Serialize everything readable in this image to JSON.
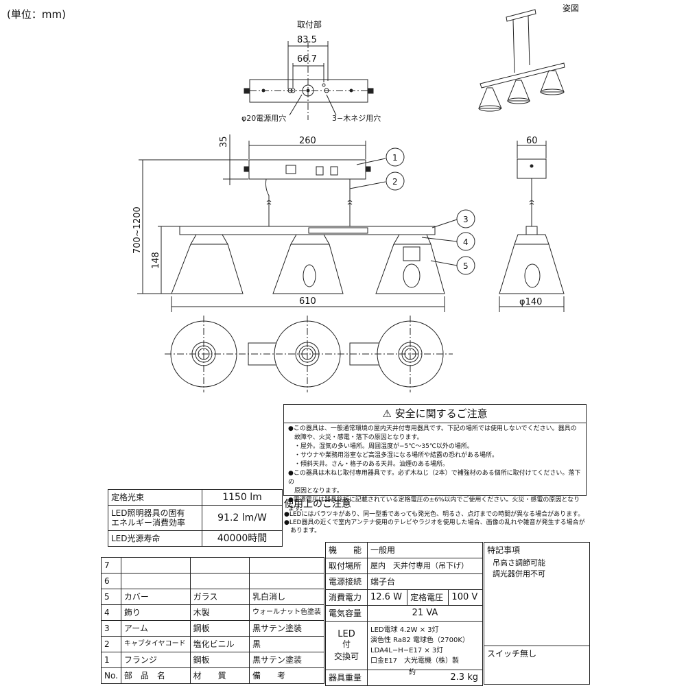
{
  "unit_note": "(単位：mm)",
  "view_label": "姿図",
  "top_view": {
    "title": "取付部",
    "dim_outer": "83.5",
    "dim_inner": "66.7",
    "hole_label": "φ20電源用穴",
    "screw_label": "3−木ネジ用穴"
  },
  "front_view": {
    "dim_width_canopy": "260",
    "dim_canopy_h": "35",
    "dim_total_h": "700~1200",
    "dim_shade_h": "148",
    "dim_total_w": "610"
  },
  "side_view": {
    "dim_canopy_w": "60",
    "dim_shade_d": "φ140"
  },
  "callouts": [
    "1",
    "2",
    "3",
    "4",
    "5"
  ],
  "safety": {
    "title": "安全に関するご注意",
    "lines": [
      "●この器具は、一般通常環境の屋内天井付専用器具です。下記の場所では使用しないでください。器具の",
      "　故障や、火災・感電・落下の原因となります。",
      "　・屋外。湿気の多い場所。周囲温度が−5℃〜35℃以外の場所。",
      "　・サウナや業務用浴室など高温多湿になる場所や結露の恐れがある場所。",
      "　・傾斜天井。さん・格子のある天井。油煙のある場所。",
      "●この器具は木ねじ取付専用器具です。必ず木ねじ（2本）で補強材のある個所に取付けてください。落下の",
      "　原因となります。",
      "●電源電圧は器具銘板に記載されている定格電圧の±6%以内でご使用ください。火災・感電の原因となります。"
    ]
  },
  "usage": {
    "title": "使用上のご注意",
    "lines": [
      "●LEDにはバラツキがあり、同一型番であっても発光色、明るさ、点灯までの時間が異なる場合があります。",
      "●LED器具の近くで室内アンテナ使用のテレビやラジオを使用した場合、画像の乱れや雑音が発生する場合が",
      "　あります。"
    ]
  },
  "perf": [
    {
      "label": "定格光束",
      "value": "1150 lm"
    },
    {
      "label": "LED照明器具の固有\nエネルギー消費効率",
      "value": "91.2 lm/W"
    },
    {
      "label": "LED光源寿命",
      "value": "40000時間"
    }
  ],
  "parts": {
    "header": {
      "no": "No.",
      "name": "部　品　名",
      "material": "材　　質",
      "note": "備　　考"
    },
    "rows": [
      {
        "no": "7",
        "name": "",
        "material": "",
        "note": ""
      },
      {
        "no": "6",
        "name": "",
        "material": "",
        "note": ""
      },
      {
        "no": "5",
        "name": "カバー",
        "material": "ガラス",
        "note": "乳白消し"
      },
      {
        "no": "4",
        "name": "飾り",
        "material": "木製",
        "note": "ウォールナット色塗装"
      },
      {
        "no": "3",
        "name": "アーム",
        "material": "鋼板",
        "note": "黒サテン塗装"
      },
      {
        "no": "2",
        "name": "キャブタイヤコード",
        "material": "塩化ビニル",
        "note": "黒"
      },
      {
        "no": "1",
        "name": "フランジ",
        "material": "鋼板",
        "note": "黒サテン塗装"
      }
    ]
  },
  "spec": {
    "kino_label": "機　　能",
    "kino_value": "一般用",
    "place_label": "取付場所",
    "place_value": "屋内　天井付専用（吊下げ）",
    "conn_label": "電源接続",
    "conn_value": "端子台",
    "power_label": "消費電力",
    "power_value": "12.6 W",
    "voltage_label": "定格電圧",
    "voltage_value": "100 V",
    "capacity_label": "電気容量",
    "capacity_value": "21 VA",
    "led_label1": "LED",
    "led_label2": "付",
    "led_label3": "交換可",
    "led_lines": [
      "LED電球 4.2W × 3灯",
      "演色性 Ra82 電球色（2700K）",
      "LDA4L−H−E17 × 3灯",
      "口金E17　大光電機（株）製"
    ],
    "weight_label": "器具重量",
    "weight_approx": "約",
    "weight_value": "2.3 kg"
  },
  "notes": {
    "title": "特記事項",
    "lines": [
      "吊高さ調節可能",
      "調光器併用不可"
    ],
    "switch": "スイッチ無し"
  }
}
